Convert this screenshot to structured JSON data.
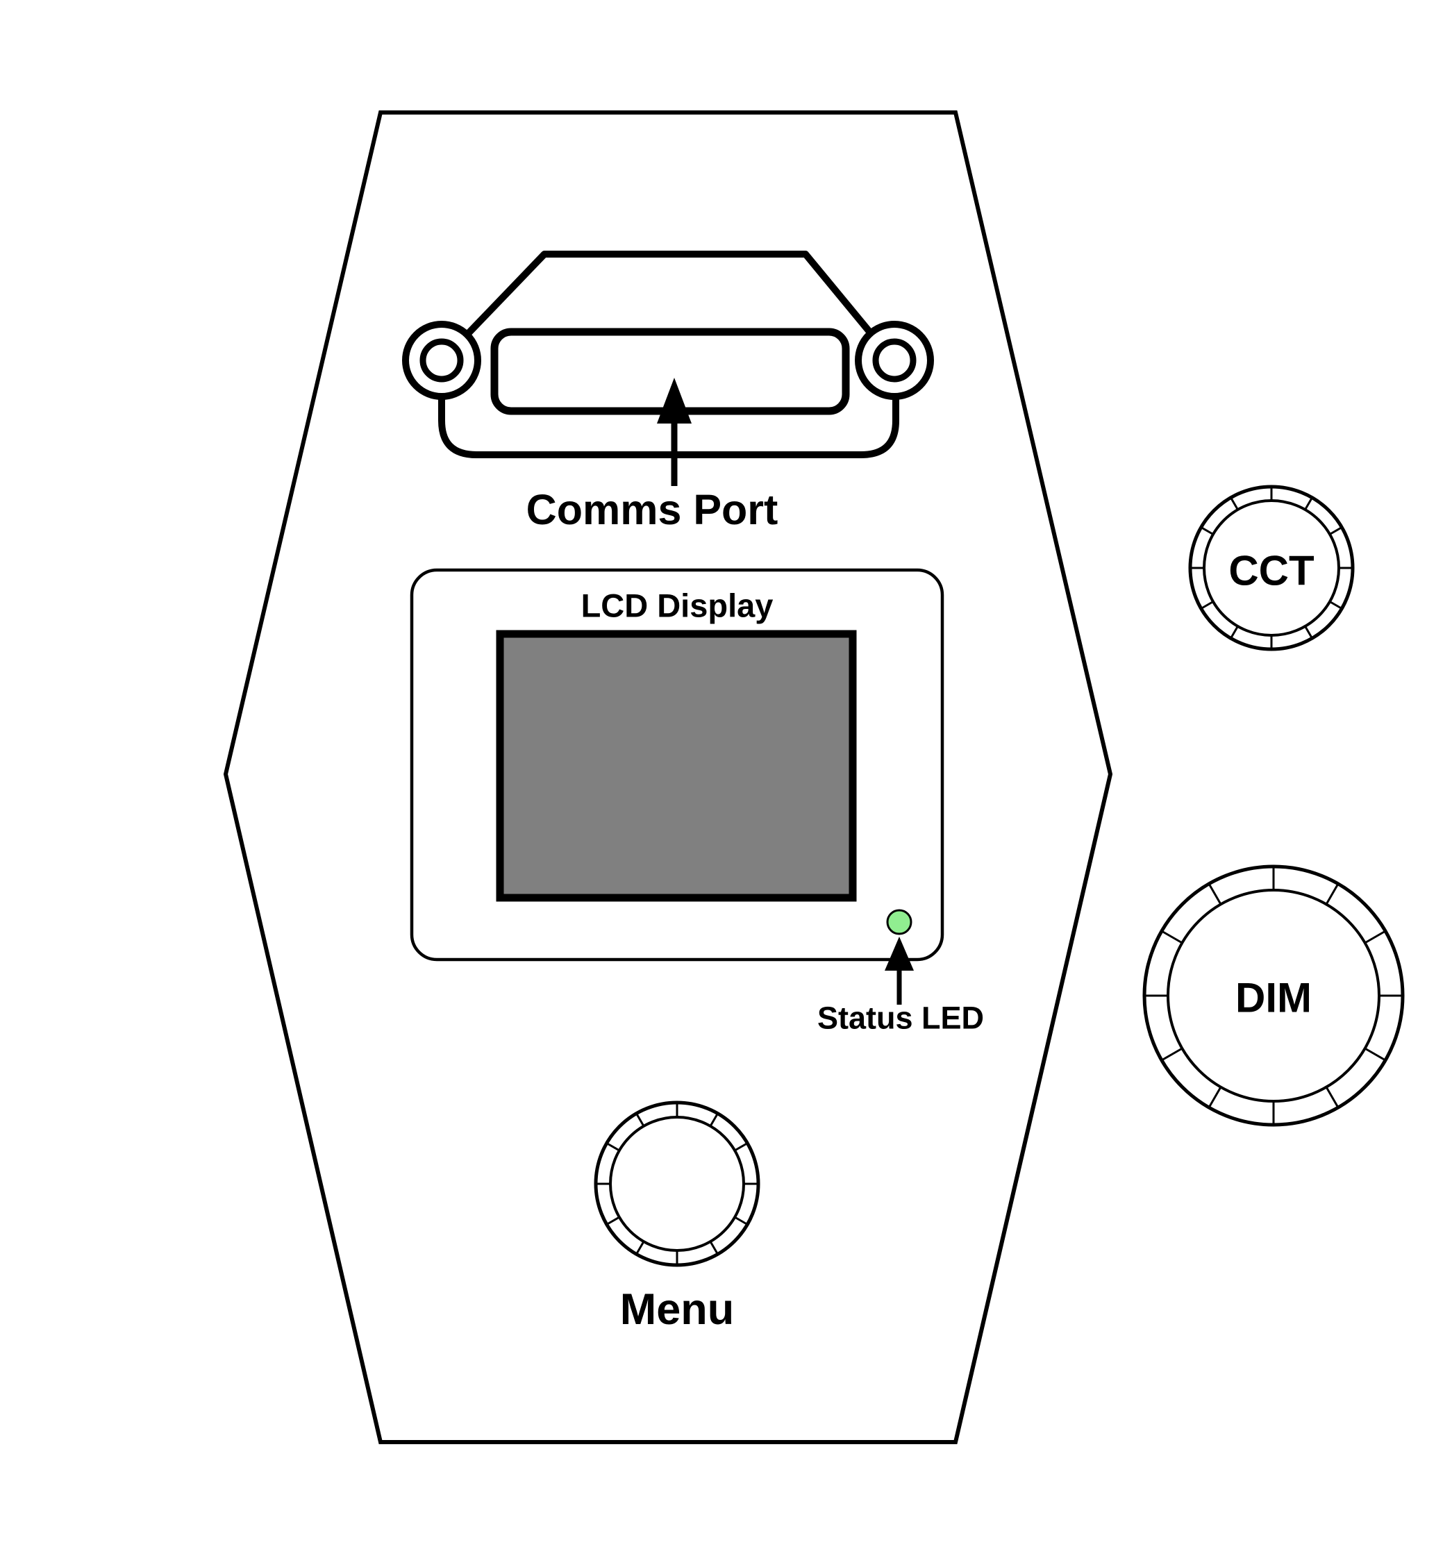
{
  "diagram": {
    "device": {
      "comms_port_label": "Comms Port",
      "lcd_display_label": "LCD Display",
      "status_led_label": "Status LED",
      "menu_knob_label": "Menu",
      "cct_knob_label": "CCT",
      "dim_knob_label": "DIM"
    },
    "colors": {
      "outline": "#000000",
      "background": "#ffffff",
      "screen_gray": "#808080",
      "led_green": "#90ee90"
    }
  }
}
